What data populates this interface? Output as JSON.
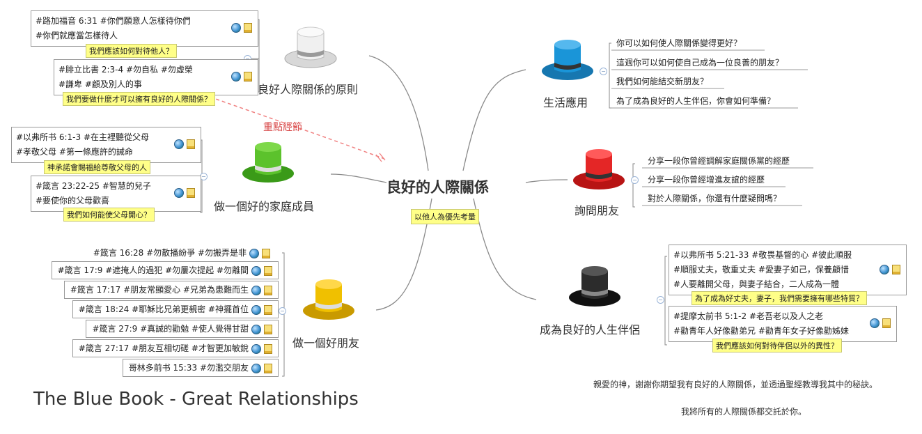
{
  "central": {
    "title": "良好的人際關係",
    "note": "以他人為優先考量"
  },
  "relationship_label": "重點經節",
  "footer_title": "The Blue Book - Great Relationships",
  "prayer": [
    "親愛的神，謝謝你期望我有良好的人際關係，並透過聖經教導我其中的秘訣。",
    "我將所有的人際關係都交託於你。"
  ],
  "branches": {
    "principles": {
      "label": "良好人際關係的原則",
      "hat_color": "#e8e8e8",
      "topics": [
        {
          "lines": [
            "#路加福音 6:31 #你們願意人怎樣待你們",
            "#你們就應當怎樣待人"
          ],
          "note": "我們應該如何對待他人？"
        },
        {
          "lines": [
            "#腓立比書 2:3-4 #勿自私 #勿虛榮",
            "#謙卑 #顧及別人的事"
          ],
          "note": "我們要做什麼才可以擁有良好的人際關係？"
        }
      ]
    },
    "family": {
      "label": "做一個好的家庭成員",
      "hat_color": "#44b020",
      "topics": [
        {
          "lines": [
            "#以弗所书 6:1-3 #在主裡聽從父母",
            "#孝敬父母 #第一條應許的誡命"
          ],
          "note": "神承諾會賜福給尊敬父母的人"
        },
        {
          "lines": [
            "#箴言 23:22-25 #智慧的兒子",
            "#要使你的父母歡喜"
          ],
          "note": "我們如何能使父母開心？"
        }
      ]
    },
    "friend": {
      "label": "做一個好朋友",
      "hat_color": "#e0b000",
      "items": [
        "#箴言 16:28 #勿散播紛爭 #勿搬弄是非",
        "#箴言 17:9 #遮掩人的過犯 #勿屢次提起 #勿離間",
        "#箴言 17:17 #朋友常顯愛心 #兄弟為患難而生",
        "#箴言 18:24 #耶穌比兄弟更親密 #神擺首位",
        "#箴言 27:9 #真誠的勸勉 #使人覺得甘甜",
        "#箴言 27:17 #朋友互相切磋 #才智更加敏銳",
        "哥林多前书 15:33 #勿濫交朋友"
      ]
    },
    "life": {
      "label": "生活應用",
      "hat_color": "#1a8ed0",
      "items": [
        "你可以如何使人際關係變得更好？",
        "這週你可以如何使自己成為一位良善的朋友？",
        "我們如何能結交新朋友？",
        "為了成為良好的人生伴侶，你會如何準備？"
      ]
    },
    "ask": {
      "label": "詢問朋友",
      "hat_color": "#e02020",
      "items": [
        "分享一段你曾經調解家庭關係黨的經歷",
        "分享一段你曾經增進友誼的經歷",
        "對於人際關係，你還有什麼疑問嗎？"
      ]
    },
    "partner": {
      "label": "成為良好的人生伴侶",
      "hat_color": "#222222",
      "topics": [
        {
          "lines": [
            "#以弗所书 5:21-33 #敬畏基督的心 #彼此順服",
            "#順服丈夫，敬重丈夫 #愛妻子如己，保養顧惜",
            "#人要離開父母，與妻子結合，二人成為一體"
          ],
          "note": "為了成為好丈夫，妻子，我們需要擁有哪些特質？"
        },
        {
          "lines": [
            "#提摩太前书 5:1-2 #老吾老以及人之老",
            "#勸青年人好像勸弟兄 #勸青年女子好像勸姊妹"
          ],
          "note": "我們應該如何對待伴侶以外的異性？"
        }
      ]
    }
  }
}
